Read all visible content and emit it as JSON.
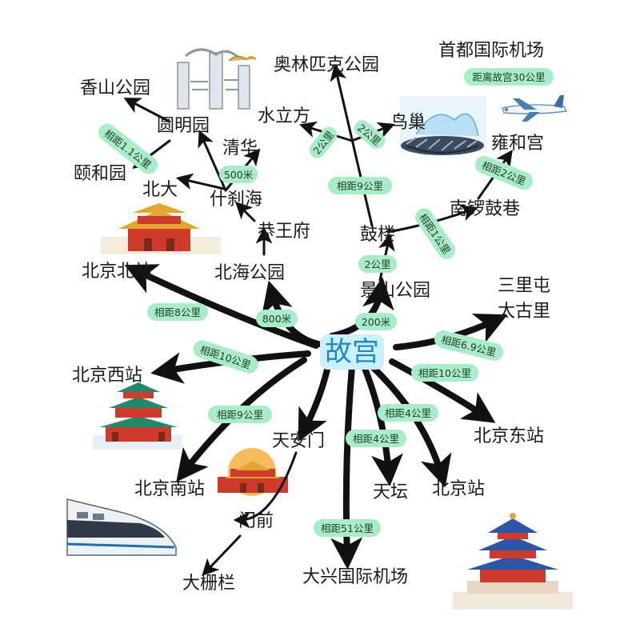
{
  "colors": {
    "arrow": "#111111",
    "center_text": "#1e88c8",
    "center_bg": "#c9f0fb",
    "badge_bg": "#a8ecc8",
    "text": "#1a1a1a"
  },
  "center": {
    "label": "故宫"
  },
  "places": {
    "xiangshan": "香山公园",
    "yuanmingyuan": "圆明园",
    "yiheyuan": "颐和园",
    "beida": "北大",
    "qinghua": "清华",
    "shichahai": "什刹海",
    "shuilifang": "水立方",
    "aolinpike": "奥林匹克公园",
    "niaochao": "鸟巢",
    "capital_airport": "首都国际机场",
    "yonghegong": "雍和宫",
    "nanluoguxiang": "南锣鼓巷",
    "gonglou": "鼓楼",
    "gongwangfu": "恭王府",
    "beihai": "北海公园",
    "jingshan": "景山公园",
    "beijing_north": "北京北站",
    "sanlitun_1": "三里屯",
    "sanlitun_2": "太古里",
    "beijing_west": "北京西站",
    "tiananmen": "天安门",
    "qianmen": "门前",
    "beijing_south": "北京南站",
    "tiantan": "天坛",
    "beijing_station": "北京站",
    "beijing_east": "北京东站",
    "dazhalan": "大栅栏",
    "daxing_airport": "大兴国际机场"
  },
  "badges": {
    "b_yuanming": "相距1.1公里",
    "b_qinghua": "500米",
    "b_shuili": "2公里",
    "b_niaochao": "2公里",
    "b_aolin": "相距9公里",
    "b_capital": "距离故宫30公里",
    "b_yonghe": "相距2公里",
    "b_nanluo": "相距1公里",
    "b_gonglou": "2公里",
    "b_north": "相距8公里",
    "b_beihai": "800米",
    "b_jingshan": "200米",
    "b_sanlitun": "相距6.9公里",
    "b_west": "相距10公里",
    "b_east": "相距10公里",
    "b_south": "相距9公里",
    "b_tiantan": "相距4公里",
    "b_station": "相距4公里",
    "b_daxing": "相距51公里"
  },
  "icons": [
    "yuanmingyuan-ruins-icon",
    "bird-nest-icon",
    "airplane-icon",
    "palace-gate-icon",
    "tower-pavilion-icon",
    "tiananmen-icon",
    "bullet-train-icon",
    "temple-of-heaven-icon"
  ]
}
